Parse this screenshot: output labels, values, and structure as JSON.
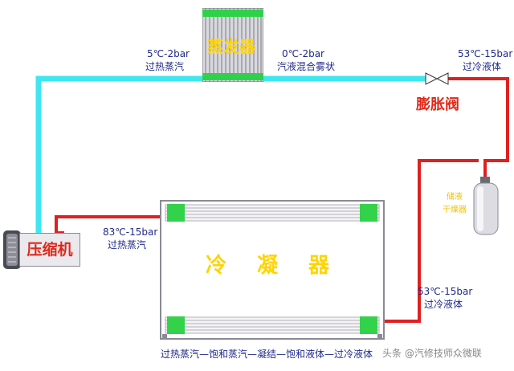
{
  "components": {
    "evaporator": "蒸发器",
    "expansion_valve": "膨胀阀",
    "condenser": "冷凝器",
    "compressor": "压缩机",
    "drier_line1": "储液",
    "drier_line2": "干燥器"
  },
  "states": {
    "evap_out": {
      "condition": "5℃-2bar",
      "phase": "过热蒸汽"
    },
    "evap_in": {
      "condition": "0℃-2bar",
      "phase": "汽液混合雾状"
    },
    "valve_in": {
      "condition": "53℃-15bar",
      "phase": "过冷液体"
    },
    "compressor_out": {
      "condition": "83℃-15bar",
      "phase": "过热蒸汽"
    },
    "condenser_out": {
      "condition": "53℃-15bar",
      "phase": "过冷液体"
    }
  },
  "caption": "过热蒸汽—饱和蒸汽—凝结—饱和液体—过冷液体",
  "watermark": "头条 @汽修技师众微联",
  "colors": {
    "low_pressure_line": "#3ee6f0",
    "high_pressure_line": "#e02020",
    "coil_green": "#32d34a",
    "label_blue": "#1f2a8c",
    "title_yellow": "#ffd400",
    "title_red": "#e0291a"
  }
}
